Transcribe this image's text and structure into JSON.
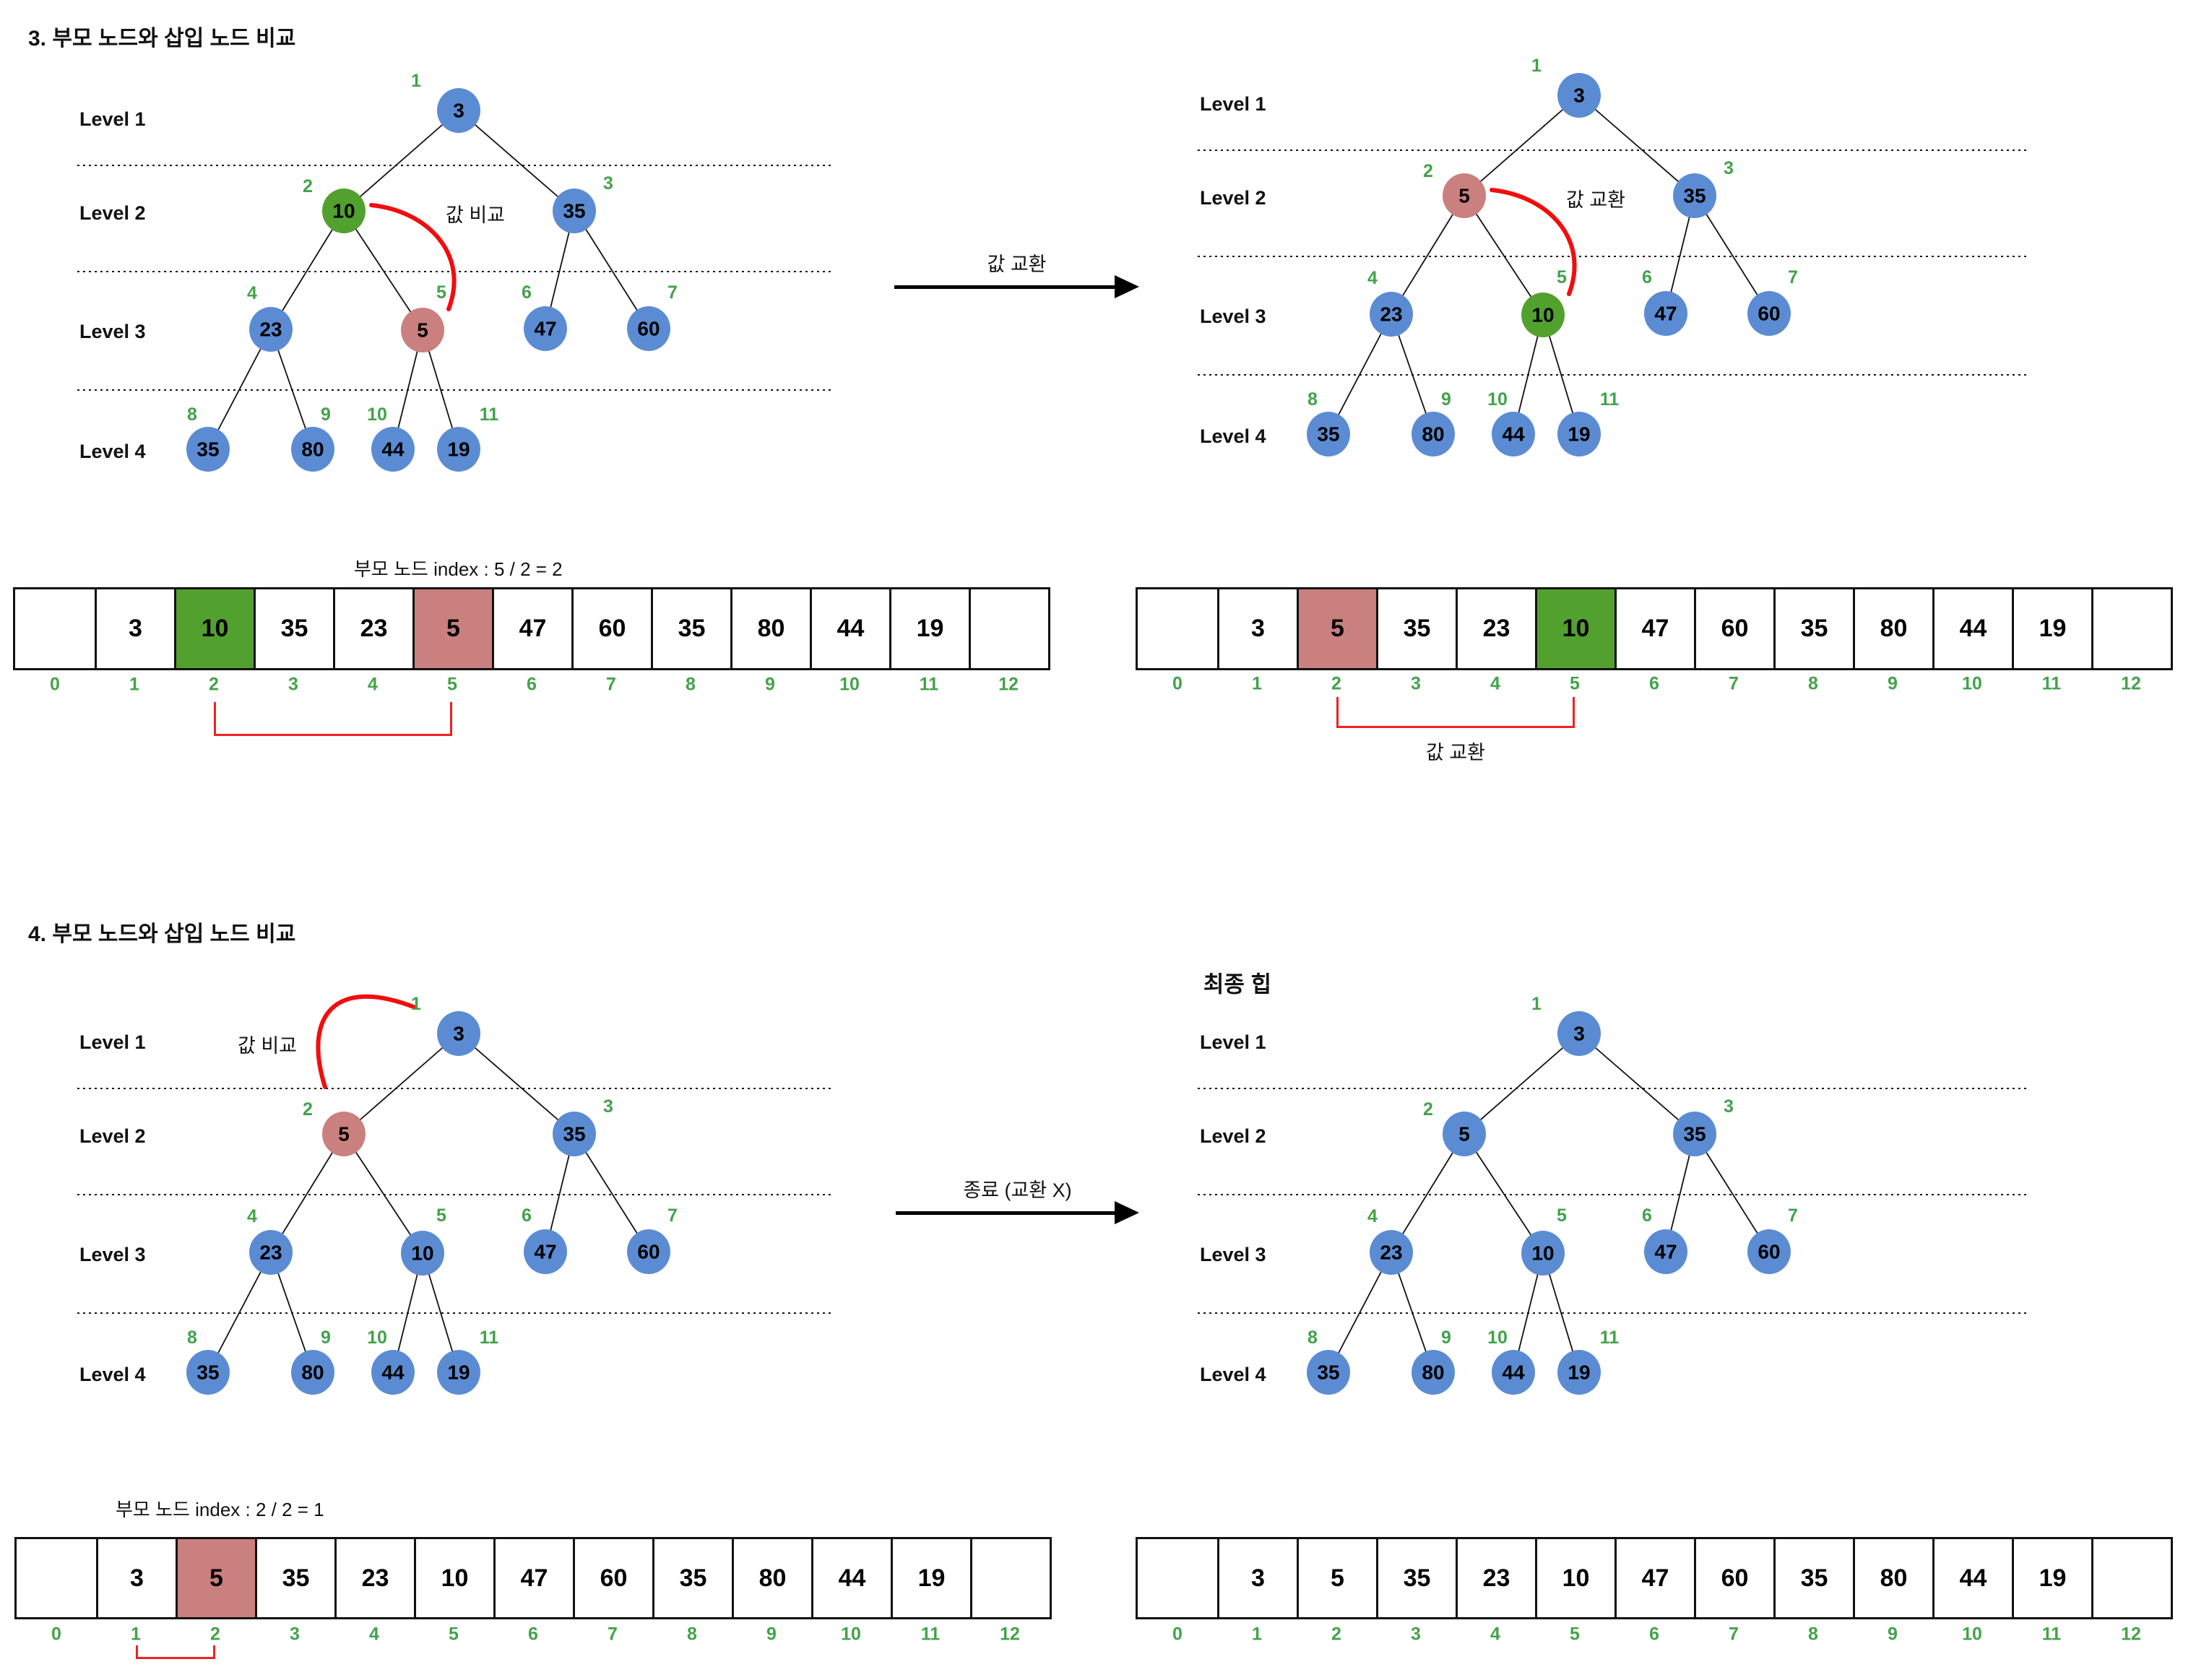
{
  "sections": {
    "step3_title": "3. 부모 노드와 삽입 노드 비교",
    "step4_title": "4. 부모 노드와 삽입 노드 비교",
    "final_heap_title": "최종 힙"
  },
  "arrows": [
    {
      "label": "값 교환"
    },
    {
      "label": "종료 (교환 X)"
    }
  ],
  "level_labels": [
    "Level 1",
    "Level 2",
    "Level 3",
    "Level 4"
  ],
  "colors": {
    "blue": "#5b8cd3",
    "green": "#52a12e",
    "red": "#c9807e",
    "index_text": "#43a24b",
    "annotation_red": "#f20d0d",
    "bracket_red": "#ee2222"
  },
  "trees": [
    {
      "id": "tree-a",
      "annotation": "값 비교",
      "nodes": [
        {
          "i": 1,
          "v": "3",
          "c": "blue"
        },
        {
          "i": 2,
          "v": "10",
          "c": "green"
        },
        {
          "i": 3,
          "v": "35",
          "c": "blue"
        },
        {
          "i": 4,
          "v": "23",
          "c": "blue"
        },
        {
          "i": 5,
          "v": "5",
          "c": "red"
        },
        {
          "i": 6,
          "v": "47",
          "c": "blue"
        },
        {
          "i": 7,
          "v": "60",
          "c": "blue"
        },
        {
          "i": 8,
          "v": "35",
          "c": "blue"
        },
        {
          "i": 9,
          "v": "80",
          "c": "blue"
        },
        {
          "i": 10,
          "v": "44",
          "c": "blue"
        },
        {
          "i": 11,
          "v": "19",
          "c": "blue"
        }
      ]
    },
    {
      "id": "tree-b",
      "annotation": "값 교환",
      "nodes": [
        {
          "i": 1,
          "v": "3",
          "c": "blue"
        },
        {
          "i": 2,
          "v": "5",
          "c": "red"
        },
        {
          "i": 3,
          "v": "35",
          "c": "blue"
        },
        {
          "i": 4,
          "v": "23",
          "c": "blue"
        },
        {
          "i": 5,
          "v": "10",
          "c": "green"
        },
        {
          "i": 6,
          "v": "47",
          "c": "blue"
        },
        {
          "i": 7,
          "v": "60",
          "c": "blue"
        },
        {
          "i": 8,
          "v": "35",
          "c": "blue"
        },
        {
          "i": 9,
          "v": "80",
          "c": "blue"
        },
        {
          "i": 10,
          "v": "44",
          "c": "blue"
        },
        {
          "i": 11,
          "v": "19",
          "c": "blue"
        }
      ]
    },
    {
      "id": "tree-c",
      "annotation": "값 비교",
      "nodes": [
        {
          "i": 1,
          "v": "3",
          "c": "blue"
        },
        {
          "i": 2,
          "v": "5",
          "c": "red"
        },
        {
          "i": 3,
          "v": "35",
          "c": "blue"
        },
        {
          "i": 4,
          "v": "23",
          "c": "blue"
        },
        {
          "i": 5,
          "v": "10",
          "c": "blue"
        },
        {
          "i": 6,
          "v": "47",
          "c": "blue"
        },
        {
          "i": 7,
          "v": "60",
          "c": "blue"
        },
        {
          "i": 8,
          "v": "35",
          "c": "blue"
        },
        {
          "i": 9,
          "v": "80",
          "c": "blue"
        },
        {
          "i": 10,
          "v": "44",
          "c": "blue"
        },
        {
          "i": 11,
          "v": "19",
          "c": "blue"
        }
      ]
    },
    {
      "id": "tree-d",
      "annotation": null,
      "nodes": [
        {
          "i": 1,
          "v": "3",
          "c": "blue"
        },
        {
          "i": 2,
          "v": "5",
          "c": "blue"
        },
        {
          "i": 3,
          "v": "35",
          "c": "blue"
        },
        {
          "i": 4,
          "v": "23",
          "c": "blue"
        },
        {
          "i": 5,
          "v": "10",
          "c": "blue"
        },
        {
          "i": 6,
          "v": "47",
          "c": "blue"
        },
        {
          "i": 7,
          "v": "60",
          "c": "blue"
        },
        {
          "i": 8,
          "v": "35",
          "c": "blue"
        },
        {
          "i": 9,
          "v": "80",
          "c": "blue"
        },
        {
          "i": 10,
          "v": "44",
          "c": "blue"
        },
        {
          "i": 11,
          "v": "19",
          "c": "blue"
        }
      ]
    }
  ],
  "arrays": [
    {
      "id": "array-a",
      "caption": "부모 노드 index : 5 / 2 = 2",
      "cells": [
        "",
        "3",
        "10",
        "35",
        "23",
        "5",
        "47",
        "60",
        "35",
        "80",
        "44",
        "19",
        ""
      ],
      "highlights": {
        "2": "green",
        "5": "red"
      },
      "indices": [
        "0",
        "1",
        "2",
        "3",
        "4",
        "5",
        "6",
        "7",
        "8",
        "9",
        "10",
        "11",
        "12"
      ],
      "bracket": {
        "from": 2,
        "to": 5,
        "label": ""
      }
    },
    {
      "id": "array-b",
      "caption": "",
      "cells": [
        "",
        "3",
        "5",
        "35",
        "23",
        "10",
        "47",
        "60",
        "35",
        "80",
        "44",
        "19",
        ""
      ],
      "highlights": {
        "2": "red",
        "5": "green"
      },
      "indices": [
        "0",
        "1",
        "2",
        "3",
        "4",
        "5",
        "6",
        "7",
        "8",
        "9",
        "10",
        "11",
        "12"
      ],
      "bracket": {
        "from": 2,
        "to": 5,
        "label": "값 교환"
      }
    },
    {
      "id": "array-c",
      "caption": "부모 노드 index : 2 / 2 = 1",
      "cells": [
        "",
        "3",
        "5",
        "35",
        "23",
        "10",
        "47",
        "60",
        "35",
        "80",
        "44",
        "19",
        ""
      ],
      "highlights": {
        "2": "red"
      },
      "indices": [
        "0",
        "1",
        "2",
        "3",
        "4",
        "5",
        "6",
        "7",
        "8",
        "9",
        "10",
        "11",
        "12"
      ],
      "bracket": {
        "from": 1,
        "to": 2,
        "label": ""
      }
    },
    {
      "id": "array-d",
      "caption": "",
      "cells": [
        "",
        "3",
        "5",
        "35",
        "23",
        "10",
        "47",
        "60",
        "35",
        "80",
        "44",
        "19",
        ""
      ],
      "highlights": {},
      "indices": [
        "0",
        "1",
        "2",
        "3",
        "4",
        "5",
        "6",
        "7",
        "8",
        "9",
        "10",
        "11",
        "12"
      ],
      "bracket": null
    }
  ]
}
